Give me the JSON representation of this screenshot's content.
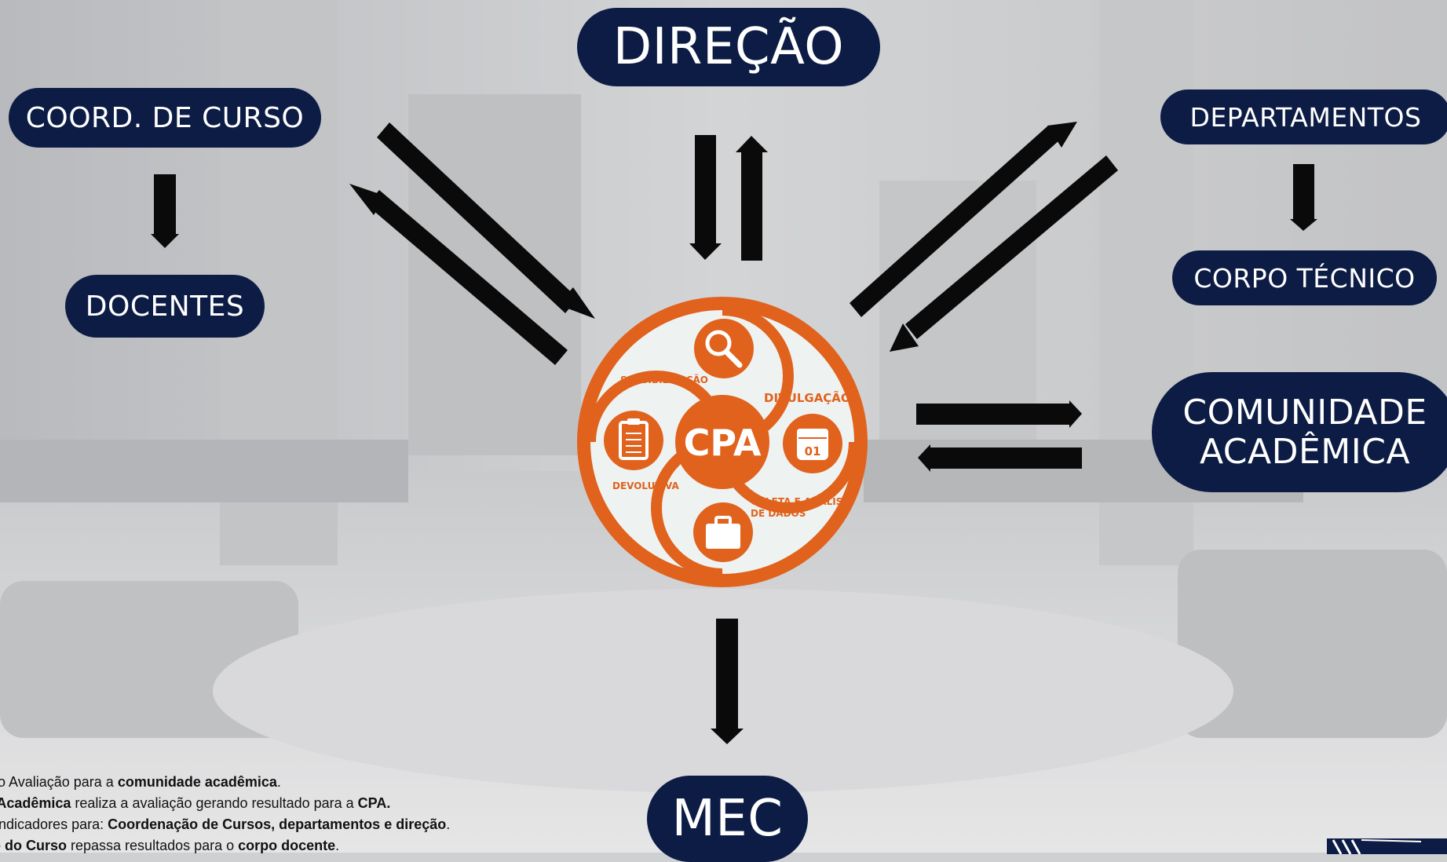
{
  "nodes": {
    "direcao": "DIREÇÃO",
    "coord_curso": "COORD. DE CURSO",
    "docentes": "DOCENTES",
    "departamentos": "DEPARTAMENTOS",
    "corpo_tecnico": "CORPO TÉCNICO",
    "comunidade": "COMUNIDADE\nACADÊMICA",
    "mec": "MEC"
  },
  "cpa": {
    "center": "CPA",
    "sensibilizacao": "SENSIBILIZAÇÃO",
    "divulgacao": "DIVULGAÇÃO",
    "devolutiva": "DEVOLUTIVA",
    "coleta_1": "COLETA E ANÁLISE",
    "coleta_2": "DE DADOS",
    "calendar_number": "01",
    "icons": [
      "magnifier-icon",
      "clipboard-icon",
      "calendar-icon",
      "briefcase-icon"
    ]
  },
  "legend": [
    {
      "p1": "Auto Avaliação para a ",
      "b1": "comunidade acadêmica",
      "p2": ".",
      "b2": "",
      "p3": "",
      "b3": "",
      "p4": ""
    },
    {
      "p1": "",
      "b1": "de Acadêmica",
      "p2": " realiza a avaliação gerando resultado para a ",
      "b2": "CPA.",
      "p3": "",
      "b3": "",
      "p4": ""
    },
    {
      "p1": "sa indicadores para: ",
      "b1": "Coordenação de Cursos, departamentos e direção",
      "p2": ".",
      "b2": "",
      "p3": "",
      "b3": "",
      "p4": ""
    },
    {
      "p1": "",
      "b1": "ção do Curso",
      "p2": " repassa resultados para o ",
      "b2": "corpo docente",
      "p3": ".",
      "b3": "",
      "p4": ""
    }
  ],
  "colors": {
    "navy": "#0c1c44",
    "orange": "#e0621d",
    "cream": "#eef3f2",
    "arrow": "#0a0a0a"
  }
}
